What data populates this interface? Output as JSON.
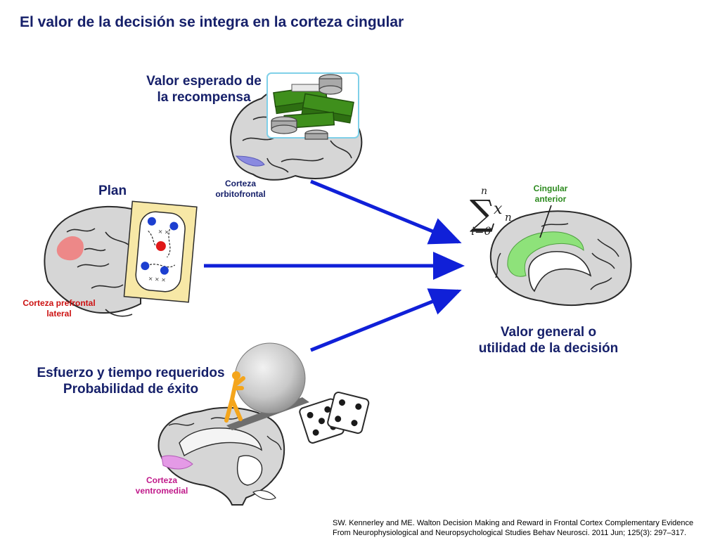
{
  "slide": {
    "title": "El valor de la decisión se integra en la corteza cingular"
  },
  "inputs": {
    "reward": {
      "heading_line1": "Valor esperado de",
      "heading_line2": "la recompensa",
      "region_line1": "Corteza",
      "region_line2": "orbitofrontal",
      "region_color": "#16206a"
    },
    "plan": {
      "heading": "Plan",
      "region_line1": "Corteza prefrontal",
      "region_line2": "lateral",
      "region_color": "#cc1111"
    },
    "effort": {
      "heading_line1": "Esfuerzo y tiempo requeridos",
      "heading_line2": "Probabilidad de éxito",
      "region_line1": "Corteza",
      "region_line2": "ventromedial",
      "region_color": "#c0198a"
    }
  },
  "output": {
    "heading_line1": "Valor general o",
    "heading_line2": "utilidad de la decisión",
    "region_line1": "Cingular",
    "region_line2": "anterior",
    "region_color": "#2c8a1e",
    "sum_symbol": "∑",
    "sum_upper": "n",
    "sum_lower": "i=0",
    "sum_term": "x",
    "sum_subscript": "n"
  },
  "citation": {
    "line1": "SW. Kennerley and ME. Walton Decision Making and Reward in Frontal Cortex Complementary Evidence",
    "line2": "From Neurophysiological and Neuropsychological Studies Behav Neurosci. 2011 Jun; 125(3): 297–317."
  },
  "colors": {
    "arrow": "#1020d8",
    "heading": "#16206a",
    "brain_fill": "#d6d6d6",
    "brain_stroke": "#2a2a2a",
    "money": "#3f8f1c",
    "orbitofrontal_highlight": "#8a8ae0",
    "prefrontal_highlight": "#f08080",
    "cingulate_highlight": "#8ee27a",
    "ventromedial_highlight": "#e49ae6"
  },
  "icons": [
    "money-stack-icon",
    "coin-stack-icon",
    "play-diagram-icon",
    "boulder-icon",
    "sisyphus-figure-icon",
    "dice-icon"
  ]
}
